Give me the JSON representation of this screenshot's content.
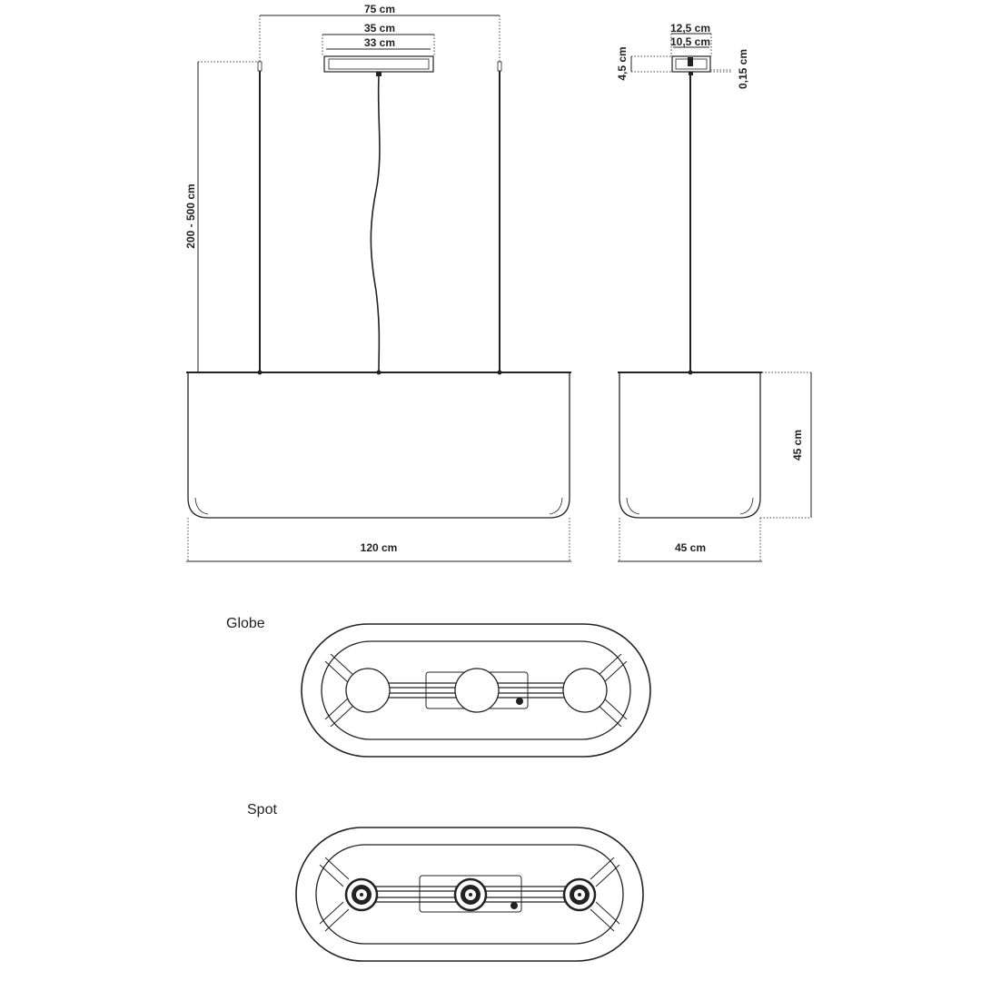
{
  "drawing": {
    "front_view": {
      "width_label": "120 cm",
      "suspension_span_label": "75 cm",
      "canopy_outer_label": "35 cm",
      "canopy_inner_label": "33 cm",
      "drop_length_label": "200 - 500 cm"
    },
    "side_view": {
      "width_label": "45 cm",
      "height_label": "45 cm",
      "canopy_outer_label": "12,5 cm",
      "canopy_inner_label": "10,5 cm",
      "canopy_height_label": "4,5 cm",
      "canopy_gap_label": "0,15 cm"
    },
    "bottom_views": [
      {
        "label": "Globe"
      },
      {
        "label": "Spot"
      }
    ]
  },
  "colors": {
    "line": "#222222",
    "background": "#ffffff"
  }
}
